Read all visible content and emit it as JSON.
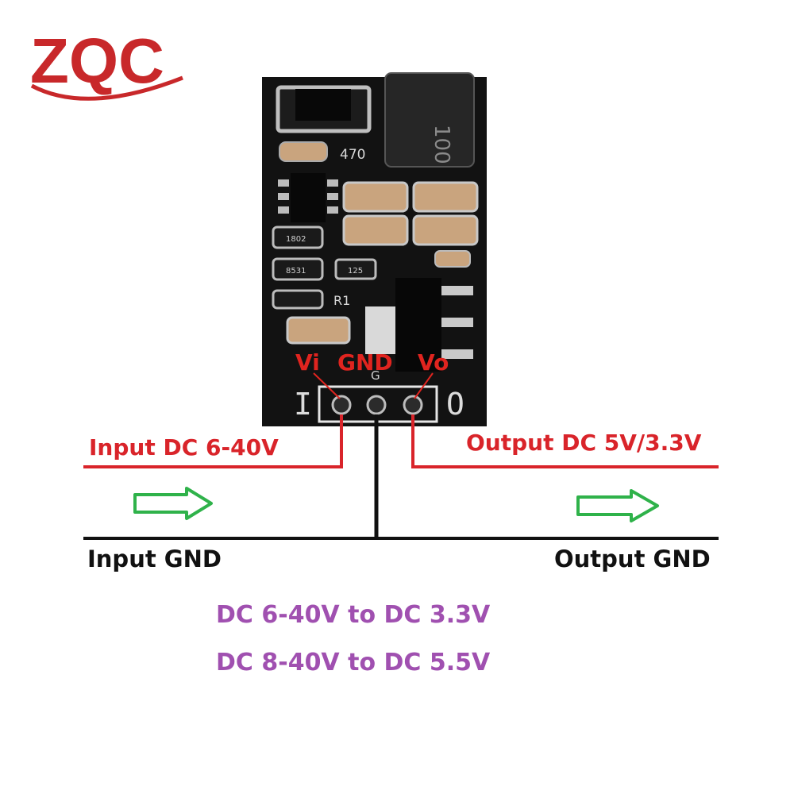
{
  "logo": {
    "text": "ZQC"
  },
  "colors": {
    "wire_red": "#d9242a",
    "wire_black": "#111111",
    "arrow_green": "#2fb24a",
    "caption_purple": "#a050b0",
    "pcb_black": "#121212",
    "pin_labels_red": "#e0241f",
    "logo_red": "#c8282a",
    "logo_blue": "#2a6ad8"
  },
  "board": {
    "inductor_marking": "100",
    "capacitor_marking": "470",
    "resistor_marking_1": "1802",
    "resistor_marking_2": "8531",
    "resistor_marking_3": "125",
    "resistor_ref": "R1",
    "silk_input": "I",
    "silk_output": "O"
  },
  "pin_labels": {
    "vi": "Vi",
    "gnd": "GND",
    "vo": "Vo",
    "gnd_pin_mark": "G"
  },
  "labels": {
    "input_dc": "Input DC 6-40V",
    "output_dc": "Output DC 5V/3.3V",
    "input_gnd": "Input GND",
    "output_gnd": "Output GND"
  },
  "captions": {
    "line1": "DC 6-40V to DC 3.3V",
    "line2": "DC 8-40V to DC 5.5V"
  },
  "icons": {
    "input_arrow": "right-arrow-icon",
    "output_arrow": "right-arrow-icon"
  }
}
